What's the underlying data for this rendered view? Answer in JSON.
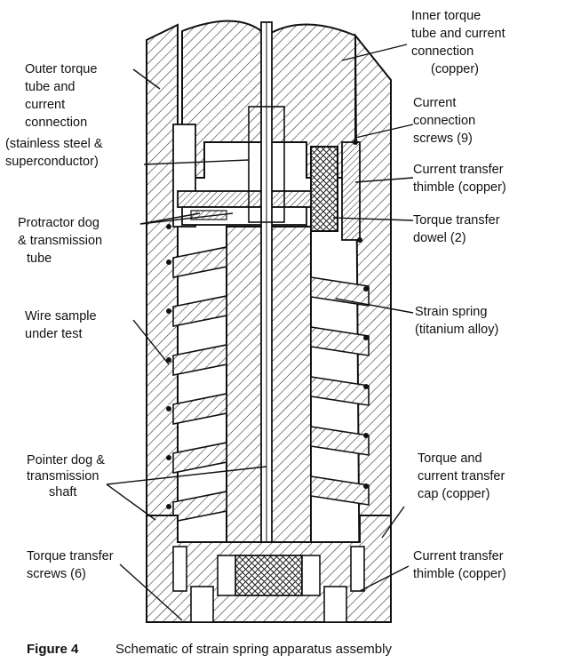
{
  "labels": {
    "inner_torque": [
      "Inner torque",
      "tube and current",
      "connection",
      "(copper)"
    ],
    "outer_torque": [
      "Outer torque",
      "tube and",
      "current",
      "connection",
      "(stainless steel &",
      "superconductor)"
    ],
    "current_screws": [
      "Current",
      "connection",
      "screws (9)"
    ],
    "thimble_top": [
      "Current transfer",
      "thimble (copper)"
    ],
    "protractor": [
      "Protractor dog",
      "& transmission",
      "tube"
    ],
    "dowel": [
      "Torque transfer",
      "dowel (2)"
    ],
    "strain_spring": [
      "Strain spring",
      "(titanium alloy)"
    ],
    "wire_sample": [
      "Wire sample",
      "under test"
    ],
    "pointer": [
      "Pointer dog &",
      "transmission",
      "shaft"
    ],
    "cap": [
      "Torque and",
      "current transfer",
      "cap (copper)"
    ],
    "torque_screws": [
      "Torque transfer",
      "screws (6)"
    ],
    "thimble_bottom": [
      "Current transfer",
      "thimble (copper)"
    ]
  },
  "caption": {
    "number": "Figure 4",
    "text": "Schematic of strain spring apparatus assembly"
  }
}
